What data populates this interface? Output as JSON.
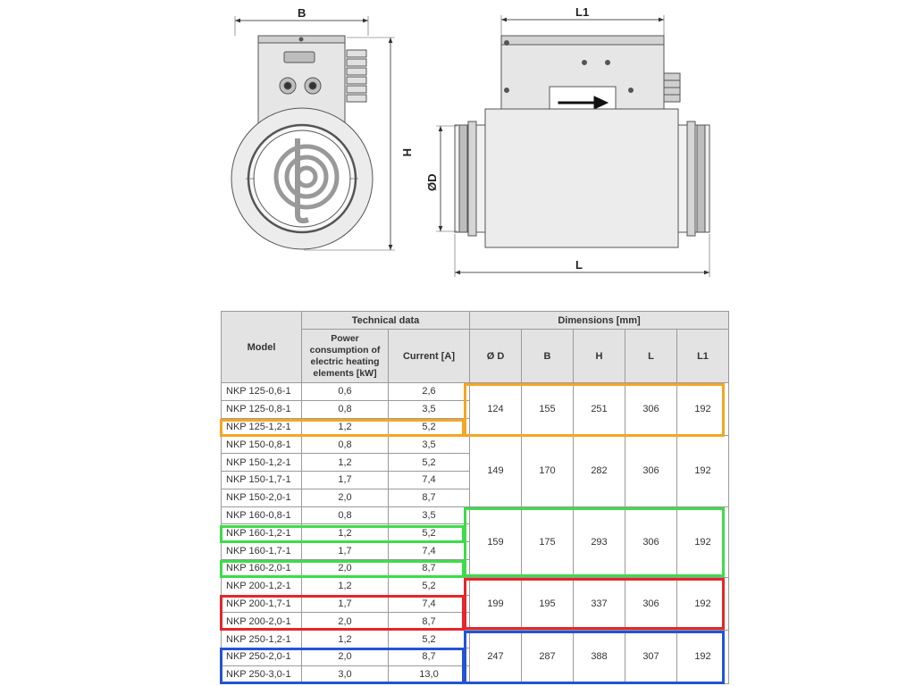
{
  "drawing": {
    "labels": {
      "b": "B",
      "h": "H",
      "l1": "L1",
      "d": "ØD",
      "l": "L"
    }
  },
  "table": {
    "group_headers": {
      "model": "Model",
      "technical": "Technical data",
      "dimensions": "Dimensions [mm]"
    },
    "sub_headers": {
      "power": "Power consumption of electric heating elements [kW]",
      "current": "Current [A]",
      "d": "Ø D",
      "b": "B",
      "h": "H",
      "l": "L",
      "l1": "L1"
    },
    "groups": [
      {
        "dims": {
          "d": "124",
          "b": "155",
          "h": "251",
          "l": "306",
          "l1": "192"
        },
        "rows": [
          {
            "model": "NKP 125-0,6-1",
            "power": "0,6",
            "current": "2,6"
          },
          {
            "model": "NKP 125-0,8-1",
            "power": "0,8",
            "current": "3,5"
          },
          {
            "model": "NKP 125-1,2-1",
            "power": "1,2",
            "current": "5,2"
          }
        ]
      },
      {
        "dims": {
          "d": "149",
          "b": "170",
          "h": "282",
          "l": "306",
          "l1": "192"
        },
        "rows": [
          {
            "model": "NKP 150-0,8-1",
            "power": "0,8",
            "current": "3,5"
          },
          {
            "model": "NKP 150-1,2-1",
            "power": "1,2",
            "current": "5,2"
          },
          {
            "model": "NKP 150-1,7-1",
            "power": "1,7",
            "current": "7,4"
          },
          {
            "model": "NKP 150-2,0-1",
            "power": "2,0",
            "current": "8,7"
          }
        ]
      },
      {
        "dims": {
          "d": "159",
          "b": "175",
          "h": "293",
          "l": "306",
          "l1": "192"
        },
        "rows": [
          {
            "model": "NKP 160-0,8-1",
            "power": "0,8",
            "current": "3,5"
          },
          {
            "model": "NKP 160-1,2-1",
            "power": "1,2",
            "current": "5,2"
          },
          {
            "model": "NKP 160-1,7-1",
            "power": "1,7",
            "current": "7,4"
          },
          {
            "model": "NKP 160-2,0-1",
            "power": "2,0",
            "current": "8,7"
          }
        ]
      },
      {
        "dims": {
          "d": "199",
          "b": "195",
          "h": "337",
          "l": "306",
          "l1": "192"
        },
        "rows": [
          {
            "model": "NKP 200-1,2-1",
            "power": "1,2",
            "current": "5,2"
          },
          {
            "model": "NKP 200-1,7-1",
            "power": "1,7",
            "current": "7,4"
          },
          {
            "model": "NKP 200-2,0-1",
            "power": "2,0",
            "current": "8,7"
          }
        ]
      },
      {
        "dims": {
          "d": "247",
          "b": "287",
          "h": "388",
          "l": "307",
          "l1": "192"
        },
        "rows": [
          {
            "model": "NKP 250-1,2-1",
            "power": "1,2",
            "current": "5,2"
          },
          {
            "model": "NKP 250-2,0-1",
            "power": "2,0",
            "current": "8,7"
          },
          {
            "model": "NKP 250-3,0-1",
            "power": "3,0",
            "current": "13,0"
          }
        ]
      }
    ]
  },
  "highlight_colors": {
    "orange": "#f5a623",
    "green": "#3ddc4a",
    "red": "#e5262a",
    "blue": "#2453d6"
  }
}
